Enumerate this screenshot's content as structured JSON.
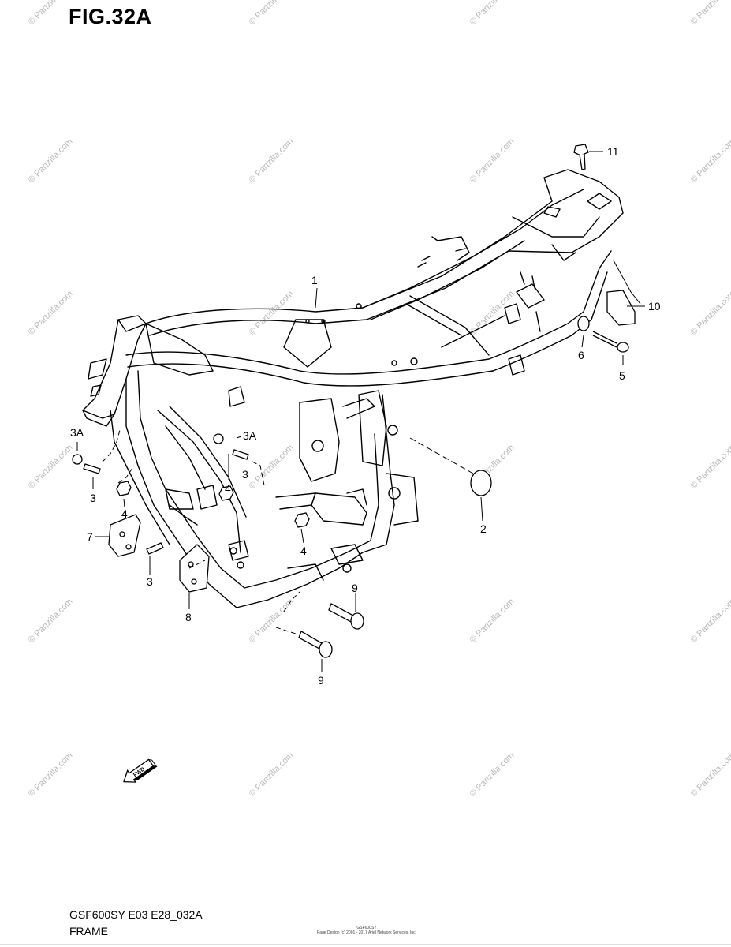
{
  "figure": {
    "title": "FIG.32A"
  },
  "watermark": {
    "text": "© Partzilla.com"
  },
  "callouts": {
    "c1": "1",
    "c2": "2",
    "c3a_left": "3A",
    "c3_left": "3",
    "c4_left": "4",
    "c3a_center": "3A",
    "c3_center": "3",
    "c4_center": "4",
    "c4_lower": "4",
    "c5": "5",
    "c6": "6",
    "c7": "7",
    "c3_lower": "3",
    "c8": "8",
    "c9_upper": "9",
    "c9_lower": "9",
    "c10": "10",
    "c11": "11"
  },
  "fwd_label": "FWD",
  "footer": {
    "model_code": "GSF600SY E03 E28_032A",
    "name": "FRAME",
    "small_line1": "GSF600SY",
    "small_line2": "Page Design (c) 2001 - 2017 Ariel Network Services, Inc."
  },
  "colors": {
    "line": "#000000",
    "watermark": "#b8b8b8",
    "background": "#ffffff"
  }
}
